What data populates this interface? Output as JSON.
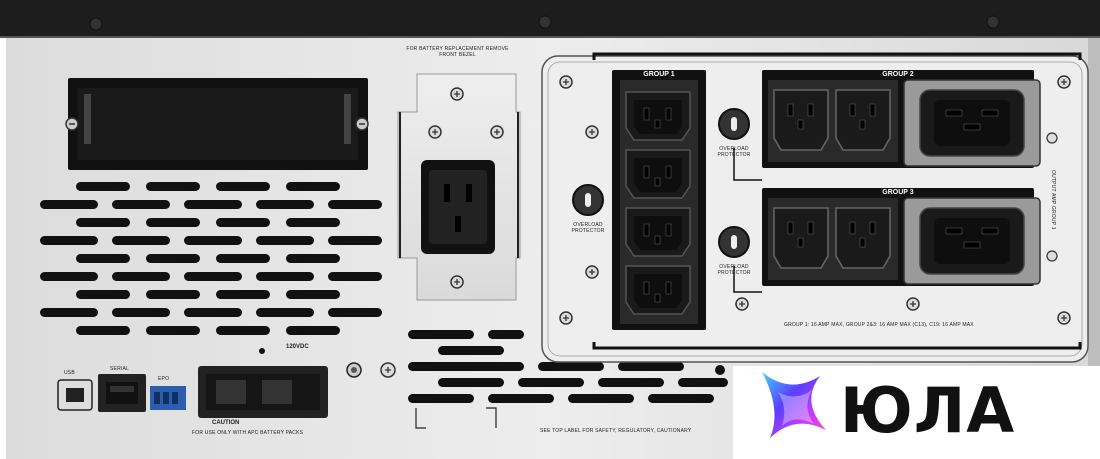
{
  "labels": {
    "battery_note": "FOR BATTERY REPLACEMENT REMOVE FRONT BEZEL",
    "group1": "GROUP 1",
    "group2": "GROUP 2",
    "group3": "GROUP 3",
    "overload": "OVERLOAD PROTECTOR",
    "voltage": "120VDC",
    "usb": "USB",
    "serial": "SERIAL",
    "epo": "EPO",
    "caution": "CAUTION",
    "caution_sub": "FOR USE ONLY WITH APC BATTERY PACKS",
    "group_rating": "GROUP 1: 16 AMP MAX, GROUP 2&3: 16 AMP MAX (C13), C19: 16 AMP MAX",
    "see_label": "SEE TOP LABEL FOR SAFETY, REGULATORY, CAUTIONARY",
    "side_label": "OUTPUT AMP GROUP 1"
  },
  "logo": {
    "text": "ЮЛА",
    "colors": [
      "#5a3fff",
      "#d33cff",
      "#ff4fa3",
      "#3fd5ff"
    ]
  }
}
